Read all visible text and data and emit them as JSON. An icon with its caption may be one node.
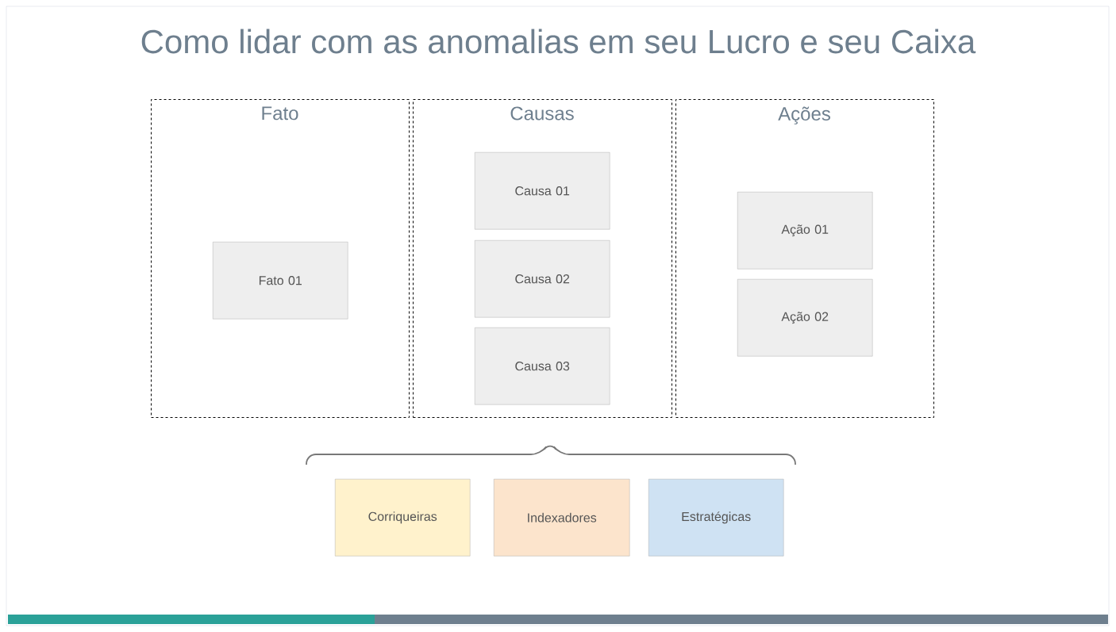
{
  "diagram": {
    "title": "Como lidar com as anomalias em seu Lucro e seu Caixa",
    "nodes": [
      {
        "text": [
          "Fato"
        ]
      },
      {
        "text": [
          "Fato 01"
        ],
        "in": 0
      },
      {
        "text": [
          "Causas"
        ]
      },
      {
        "text": [
          "Causa 01"
        ],
        "in": 2
      },
      {
        "text": [
          "Causa 02"
        ],
        "in": 2
      },
      {
        "text": [
          "Causa 03"
        ],
        "in": 2
      },
      {
        "text": [
          "Ações"
        ]
      },
      {
        "text": [
          "Ação 01"
        ],
        "in": 6
      },
      {
        "text": [
          "Ação 02"
        ],
        "in": 6
      },
      {
        "text": [
          "Corriqueiras"
        ]
      },
      {
        "text": [
          "Indexadores"
        ]
      },
      {
        "text": [
          "Estratégicas"
        ]
      }
    ]
  }
}
